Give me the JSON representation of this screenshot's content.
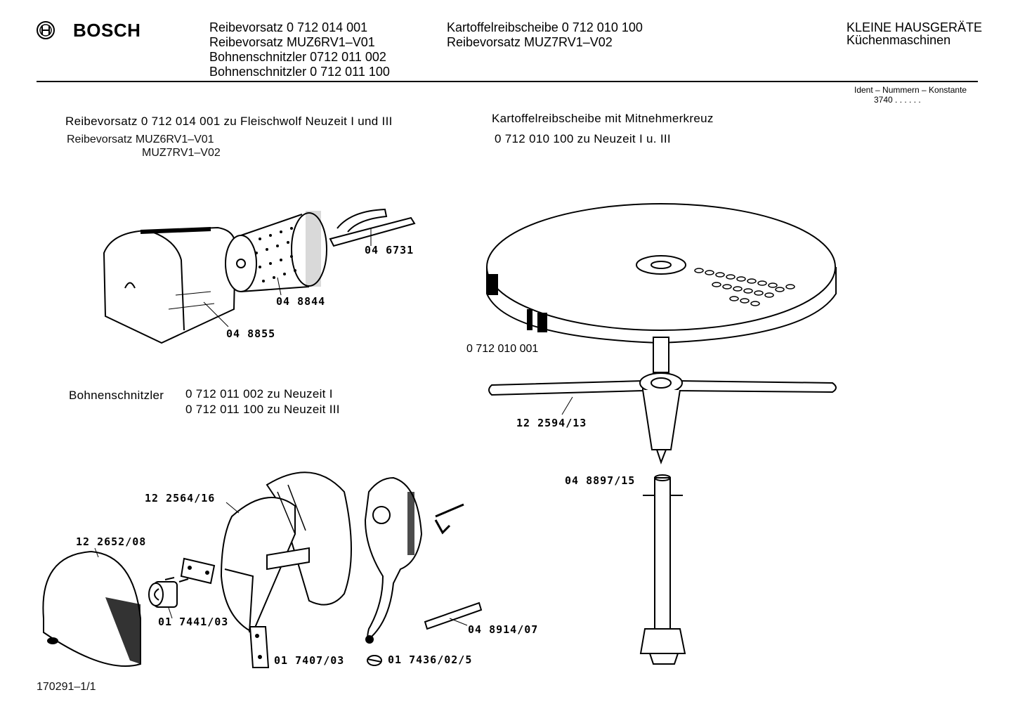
{
  "header": {
    "brand": "BOSCH",
    "col1": [
      "Reibevorsatz 0 712 014 001",
      "Reibevorsatz MUZ6RV1–V01",
      "Bohnenschnitzler 0712 011 002",
      "Bohnenschnitzler 0 712 011 100"
    ],
    "col2": [
      "Kartoffelreibscheibe 0 712 010 100",
      "Reibevorsatz MUZ7RV1–V02"
    ],
    "col3": [
      "KLEINE HAUSGERÄTE",
      "Küchenmaschinen"
    ],
    "ident_label": "Ident – Nummern – Konstante",
    "ident_value": "3740  . .   . . . ."
  },
  "sections": {
    "reibevorsatz_title": "Reibevorsatz 0 712 014 001 zu Fleischwolf Neuzeit I und III",
    "reibevorsatz_sub1": "Reibevorsatz MUZ6RV1–V01",
    "reibevorsatz_sub2": "MUZ7RV1–V02",
    "kartoffel_title": "Kartoffelreibscheibe mit Mitnehmerkreuz",
    "kartoffel_sub": "0 712 010 100  zu Neuzeit I u. III",
    "bohnen_label": "Bohnenschnitzler",
    "bohnen_line1": "0 712 011 002  zu  Neuzeit  I",
    "bohnen_line2": "0 712 011 100  zu  Neuzeit  III"
  },
  "parts": {
    "p046731": "04  6731",
    "p048844": "04  8844",
    "p048855": "04  8855",
    "p0712010001": "0 712 010 001",
    "p122594": "12  2594/13",
    "p048897": "04  8897/15",
    "p122564": "12  2564/16",
    "p122652": "12  2652/08",
    "p017441": "01  7441/03",
    "p048914": "04  8914/07",
    "p017407": "01  7407/03",
    "p017436": "01  7436/02/5"
  },
  "footer": {
    "doc_id": "170291–1/1"
  }
}
